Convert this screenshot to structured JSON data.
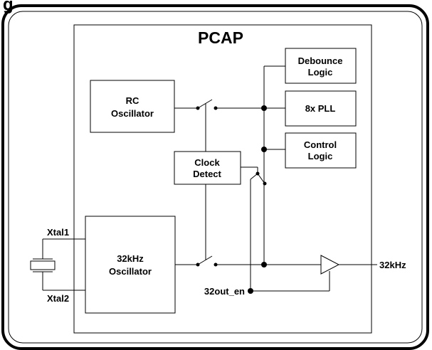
{
  "figure": {
    "heading_fragment": "g",
    "chip_title": "PCAP"
  },
  "blocks": {
    "rc_oscillator": [
      "RC",
      "Oscillator"
    ],
    "debounce_logic": [
      "Debounce",
      "Logic"
    ],
    "pll": [
      "8x PLL"
    ],
    "control_logic": [
      "Control",
      "Logic"
    ],
    "clock_detect": [
      "Clock",
      "Detect"
    ],
    "osc_32khz": [
      "32kHz",
      "Oscillator"
    ]
  },
  "pins": {
    "xtal1": "Xtal1",
    "xtal2": "Xtal2",
    "out_32khz": "32kHz",
    "enable": "32out_en"
  }
}
